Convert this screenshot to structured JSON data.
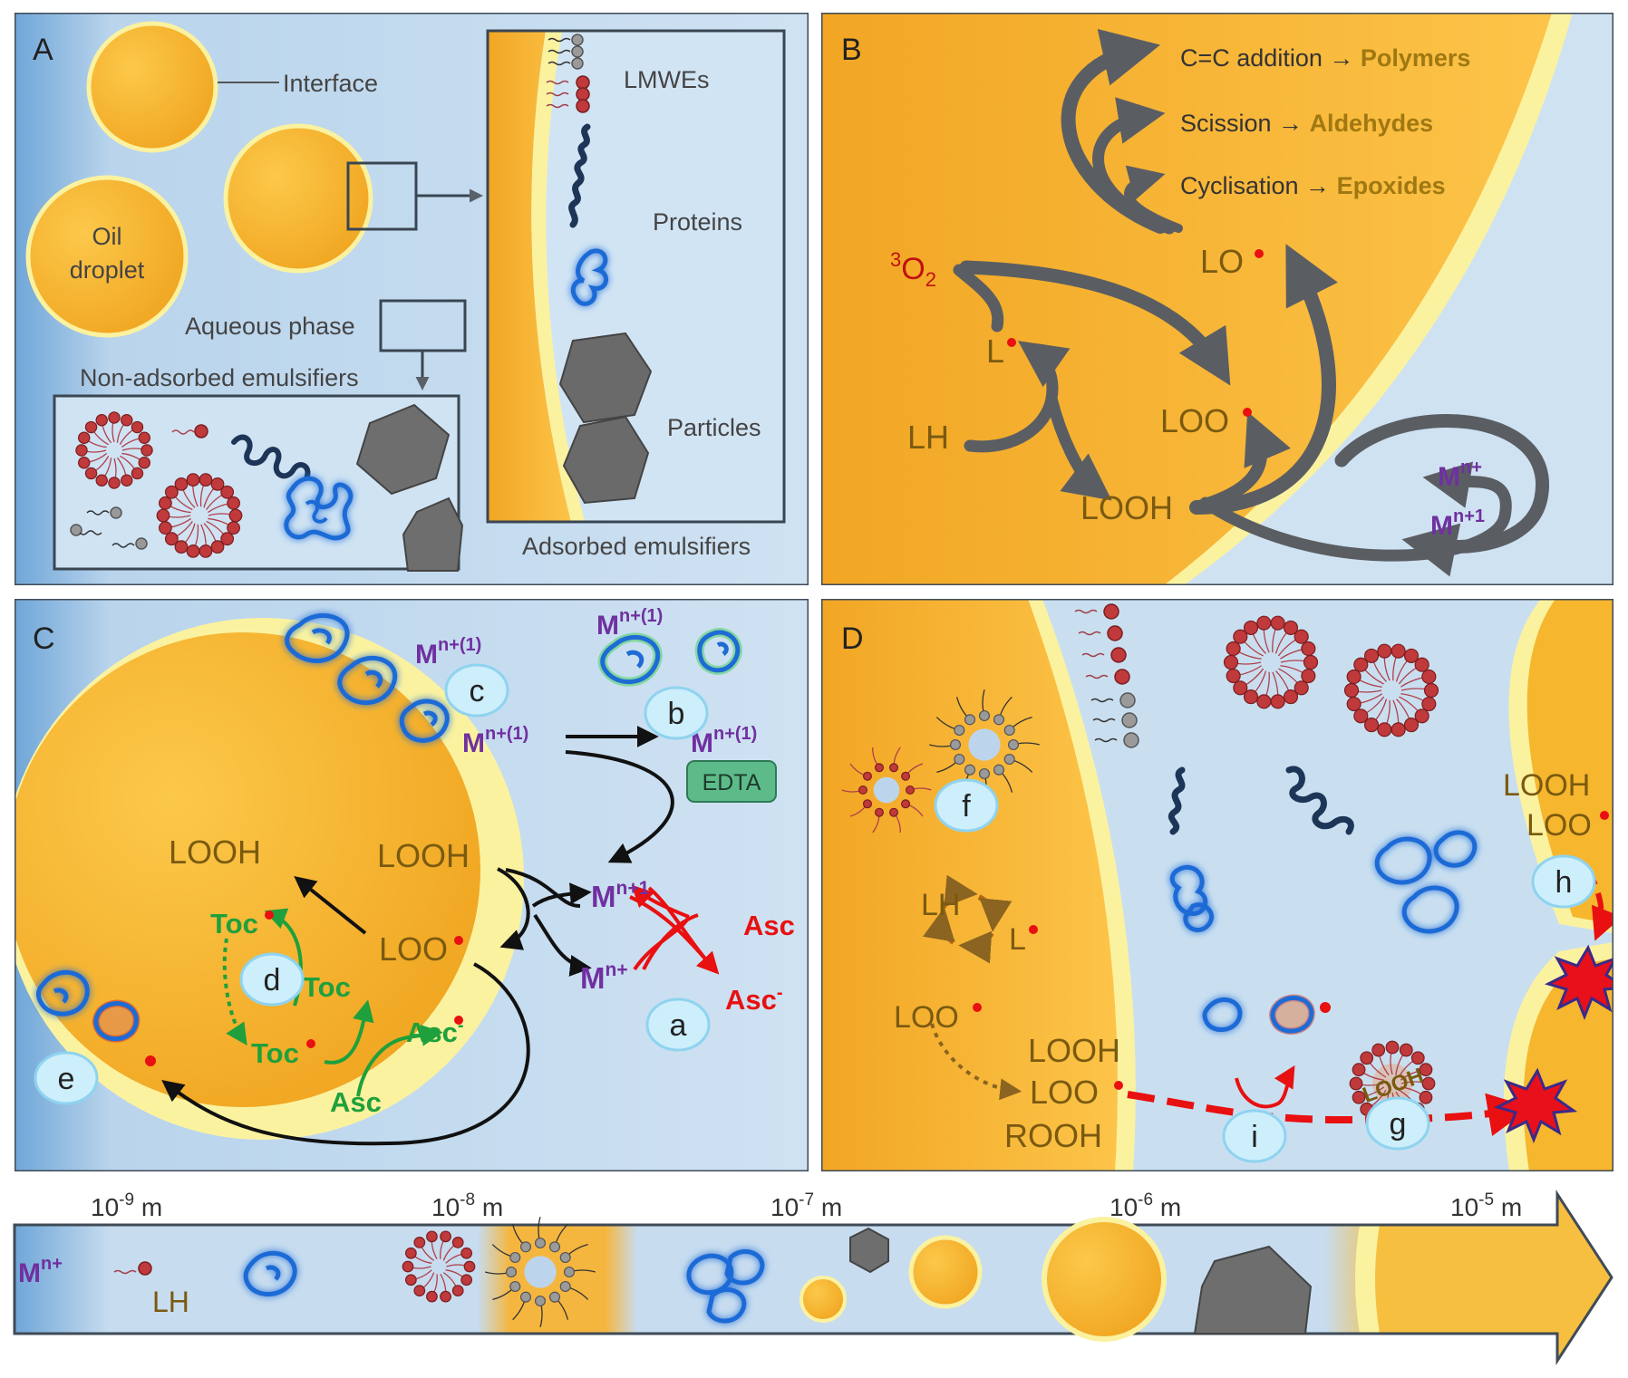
{
  "panels": {
    "A": {
      "letter": "A",
      "interface": "Interface",
      "oil_line1": "Oil",
      "oil_line2": "droplet",
      "aqueous": "Aqueous phase",
      "nonadsorbed": "Non-adsorbed emulsifiers",
      "lmwes": "LMWEs",
      "proteins": "Proteins",
      "particles": "Particles",
      "adsorbed": "Adsorbed emulsifiers"
    },
    "B": {
      "letter": "B",
      "addition_pre": "C=C addition",
      "addition_post": "Polymers",
      "scission_pre": "Scission",
      "scission_post": "Aldehydes",
      "cycl_pre": "Cyclisation",
      "cycl_post": "Epoxides",
      "o2_sup": "3",
      "o2": "O",
      "o2_sub": "2",
      "lo": "LO",
      "l": "L",
      "loo": "LOO",
      "lh": "LH",
      "looh": "LOOH",
      "m1_base": "M",
      "m1_sup": "n+",
      "m2_base": "M",
      "m2_sup": "n+1"
    },
    "C": {
      "letter": "C",
      "m_c1_base": "M",
      "m_c1_sup": "n+(1)",
      "m_c2_base": "M",
      "m_c2_sup": "n+(1)",
      "m_b1_base": "M",
      "m_b1_sup": "n+(1)",
      "m_b2_base": "M",
      "m_b2_sup": "n+(1)",
      "edta": "EDTA",
      "looh_in": "LOOH",
      "looh_out": "LOOH",
      "loo": "LOO",
      "toc_rad": "Toc",
      "toc": "Toc",
      "toc_rad2": "Toc",
      "asc_rad": "Asc",
      "asc_rad_sup": "-",
      "asc_green": "Asc",
      "m_n1_base": "M",
      "m_n1_sup": "n+1",
      "m_n_base": "M",
      "m_n_sup": "n+",
      "asc_red": "Asc",
      "asc_minus": "Asc",
      "asc_minus_sup": "-",
      "tags": [
        "a",
        "b",
        "c",
        "d",
        "e"
      ]
    },
    "D": {
      "letter": "D",
      "lh": "LH",
      "l": "L",
      "loo_cycle": "LOO",
      "looh": "LOOH",
      "loo": "LOO",
      "rooh": "ROOH",
      "looh_right": "LOOH",
      "loo_right": "LOO",
      "micelle_text": "LOOH",
      "tags": [
        "f",
        "g",
        "h",
        "i"
      ]
    }
  },
  "scale": {
    "ticks": [
      {
        "base": "10",
        "exp": "-9",
        "unit": " m"
      },
      {
        "base": "10",
        "exp": "-8",
        "unit": " m"
      },
      {
        "base": "10",
        "exp": "-7",
        "unit": " m"
      },
      {
        "base": "10",
        "exp": "-6",
        "unit": " m"
      },
      {
        "base": "10",
        "exp": "-5",
        "unit": " m"
      }
    ],
    "m_base": "M",
    "m_sup": "n+",
    "lh": "LH"
  },
  "colors": {
    "oil": "#f6b62e",
    "interface": "#fbf2a0",
    "aqueous": "#c9dff0",
    "aqueous_dark": "#7fb0dc",
    "arrow_gray": "#555a60",
    "radical": "#e81010",
    "metal_purple": "#7030a0",
    "label_brown": "#7a5a10",
    "antioxidant_green": "#1fa03c",
    "ascorbate_red": "#e81010",
    "product_gold": "#b8860b"
  }
}
